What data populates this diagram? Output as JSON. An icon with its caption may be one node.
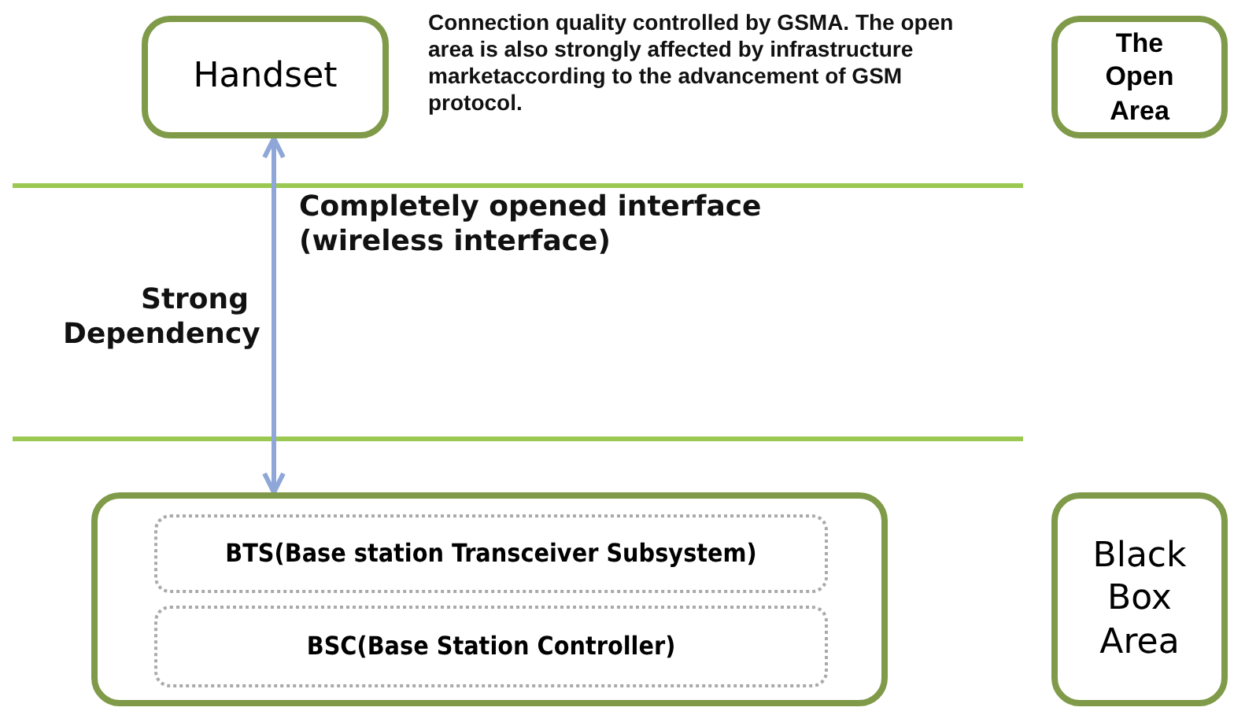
{
  "diagram": {
    "nodes": [
      {
        "text": [
          "Handset"
        ]
      },
      {
        "text": [
          "The Open Area"
        ]
      },
      {
        "text": [],
        "shape": "box"
      },
      {
        "text": [
          "BTS(Base station Transceiver Subsystem)"
        ],
        "in": 2
      },
      {
        "text": [
          "BSC(Base Station Controller)"
        ],
        "in": 2
      },
      {
        "text": [
          "Black Box Area"
        ]
      }
    ],
    "edges": [
      {
        "from": 0,
        "to": 2,
        "arrow": "both"
      }
    ],
    "labels": [
      "Connection quality controlled by GSMA. The open area is also strongly affected by infrastructure marketaccording to the advancement of GSM protocol.",
      "Completely opened interface (wireless interface)",
      "Strong Dependency"
    ]
  }
}
